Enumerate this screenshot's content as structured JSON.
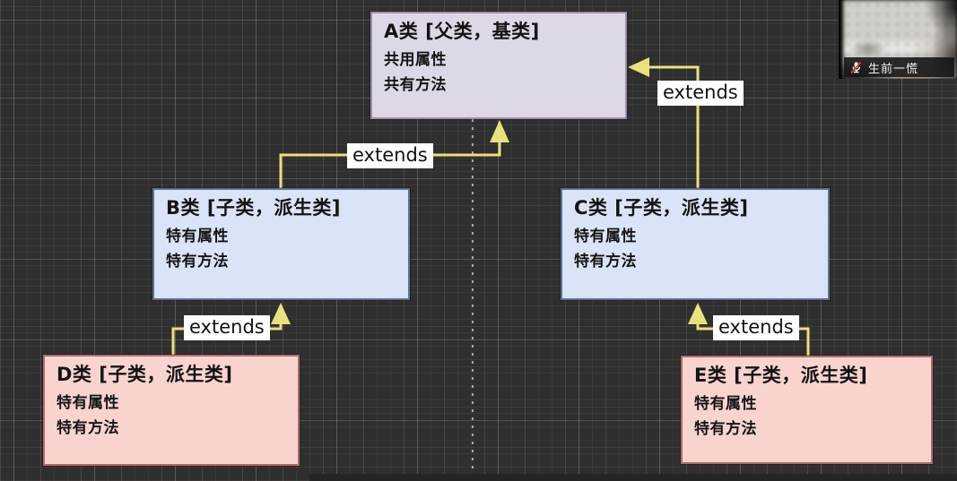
{
  "canvas": {
    "background": "#2f2f2f",
    "guide_line": "vertical-dashed-center"
  },
  "diagram": {
    "arrow_color": "#e9e17b",
    "classes": [
      {
        "id": "A",
        "title": "A类 [父类，基类]",
        "lines": [
          "共用属性",
          "共有方法"
        ],
        "fill": "#ded7e6",
        "border": "#9c8fae"
      },
      {
        "id": "B",
        "title": "B类 [子类，派生类]",
        "lines": [
          "特有属性",
          "特有方法"
        ],
        "fill": "#d9e5f7",
        "border": "#5d7294"
      },
      {
        "id": "C",
        "title": "C类 [子类，派生类]",
        "lines": [
          "特有属性",
          "特有方法"
        ],
        "fill": "#d9e5f7",
        "border": "#5d7294"
      },
      {
        "id": "D",
        "title": "D类 [子类，派生类]",
        "lines": [
          "特有属性",
          "特有方法"
        ],
        "fill": "#f9d4cf",
        "border": "#b26b69"
      },
      {
        "id": "E",
        "title": "E类 [子类，派生类]",
        "lines": [
          "特有属性",
          "特有方法"
        ],
        "fill": "#f9d4cf",
        "border": "#b26b69"
      }
    ],
    "connections": [
      {
        "from": "B",
        "to": "A",
        "label": "extends"
      },
      {
        "from": "C",
        "to": "A",
        "label": "extends"
      },
      {
        "from": "D",
        "to": "B",
        "label": "extends"
      },
      {
        "from": "E",
        "to": "C",
        "label": "extends"
      }
    ]
  },
  "video_overlay": {
    "participant_name": "生前一慌",
    "mic_status": "muted"
  }
}
